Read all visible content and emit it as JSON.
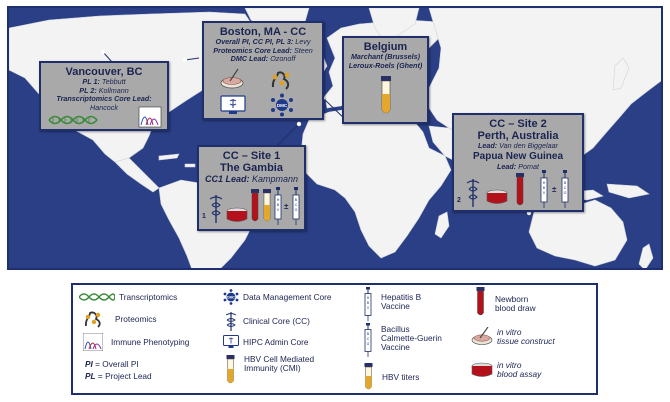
{
  "sites": {
    "vancouver": {
      "title": "Vancouver, BC",
      "pl1_key": "PL 1:",
      "pl1_name": "Tebbutt",
      "pl2_key": "PL 2:",
      "pl2_name": "Kollmann",
      "tc_key": "Transcriptomics Core Lead:",
      "tc_name": "Hancock"
    },
    "boston": {
      "title": "Boston, MA - CC",
      "l1_key": "Overall PI, CC PI, PL 3:",
      "l1_name": "Levy",
      "l2_key": "Proteomics Core Lead:",
      "l2_name": "Steen",
      "l3_key": "DMC Lead:",
      "l3_name": "Ozonoff",
      "dmc_label": "DMC"
    },
    "belgium": {
      "title": "Belgium",
      "l1": "Marchant (Brussels)",
      "l2": "Leroux-Roels (Ghent)"
    },
    "gambia": {
      "title1": "CC – Site 1",
      "title2": "The Gambia",
      "lead_key": "CC1 Lead:",
      "lead_name": "Kampmann",
      "num": "1",
      "pm": "±",
      "hbv": "HBV",
      "bcg": "BCG"
    },
    "perth": {
      "title1": "CC – Site 2",
      "title2": "Perth, Australia",
      "lead1_key": "Lead:",
      "lead1_name": "Van den Biggelaar",
      "title3": "Papua New Guinea",
      "lead2_key": "Lead:",
      "lead2_name": "Pomat",
      "num": "2",
      "pm": "±",
      "hbv": "HBV",
      "bcg": "BCG"
    }
  },
  "legend": {
    "transcriptomics": "Transcriptomics",
    "proteomics": "Proteomics",
    "immune_phenotyping": "Immune Phenotyping",
    "pi_key": "PI",
    "pi_text": "= Overall PI",
    "pl_key": "PL",
    "pl_text": "= Project Lead",
    "dmc": "Data Management Core",
    "dmc_icon_label": "DMC",
    "clinical_core": "Clinical Core (CC)",
    "hipc_admin": "HIPC Admin Core",
    "hbv_cmi_1": "HBV Cell Mediated",
    "hbv_cmi_2": "Immunity (CMI)",
    "hepb_1": "Hepatitis B",
    "hepb_2": "Vaccine",
    "bcg_1": "Bacillus",
    "bcg_2": "Calmette-Guerin",
    "bcg_3": "Vaccine",
    "hbv_titers": "HBV titers",
    "newborn_1": "Newborn",
    "newborn_2": "blood draw",
    "tissue_1": "in vitro",
    "tissue_2": "tissue construct",
    "assay_1": "in vitro",
    "assay_2": "blood assay",
    "hbv_syr": "HBV",
    "bcg_syr": "BCG"
  },
  "colors": {
    "ocean": "#2a3f86",
    "land": "#f3f3f3",
    "box": "#a9a9aa",
    "navy": "#1b2450",
    "blood": "#b3121c",
    "serum": "#e3a82b"
  }
}
